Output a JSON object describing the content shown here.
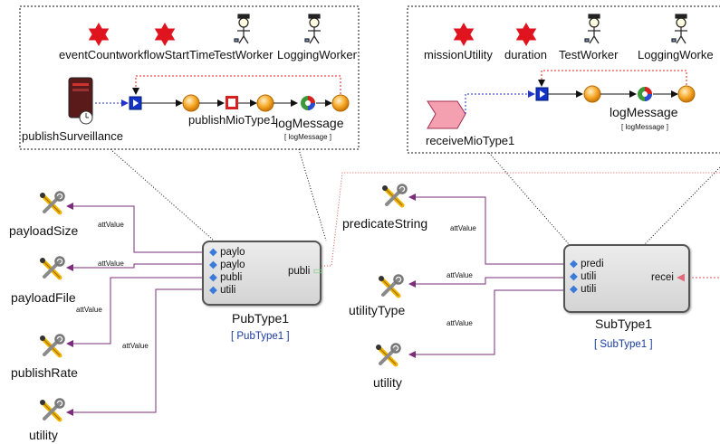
{
  "pub_block": {
    "variables": [
      "eventCount",
      "workflowStartTime"
    ],
    "workers": [
      "TestWorker",
      "LoggingWorker"
    ],
    "source": "publishSurveillance",
    "steps": [
      "publishMioType1",
      "logMessage"
    ],
    "sub_label": "[ logMessage ]"
  },
  "sub_block": {
    "variables": [
      "missionUtility",
      "duration"
    ],
    "workers": [
      "TestWorker",
      "LoggingWorke"
    ],
    "source": "receiveMioType1",
    "step": "logMessage",
    "sub_label": "[ logMessage ]"
  },
  "pub_component": {
    "name": "PubType1",
    "type_label": "[ PubType1 ]",
    "ports": [
      "paylo",
      "paylo",
      "publi",
      "utili"
    ],
    "out_port": "publi"
  },
  "sub_component": {
    "name": "SubType1",
    "type_label": "[ SubType1 ]",
    "ports": [
      "predi",
      "utili",
      "utili"
    ],
    "in_port": "recei"
  },
  "pub_attributes": [
    "payloadSize",
    "payloadFile",
    "publishRate",
    "utility"
  ],
  "sub_attributes": [
    "predicateString",
    "utilityType",
    "utility"
  ],
  "edge_label": "attValue",
  "colors": {
    "connector": "#7b2d7b",
    "link": "#d9534f",
    "node": "#f6a623",
    "star": "#e0141e"
  }
}
